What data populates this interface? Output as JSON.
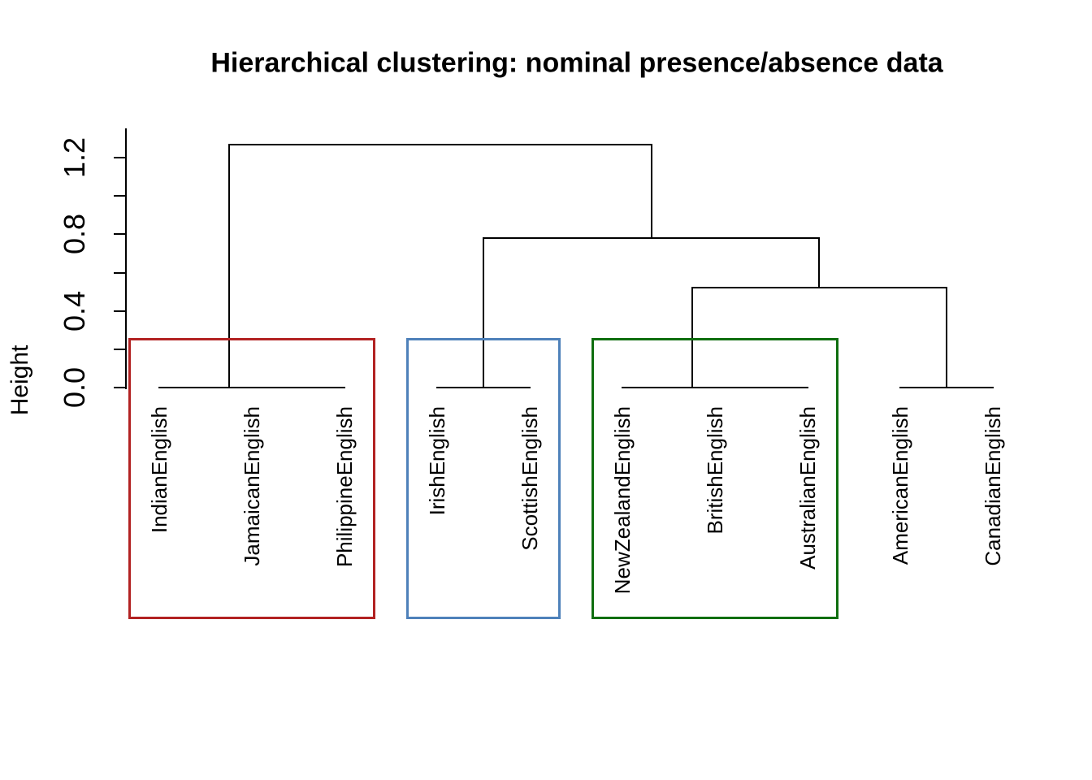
{
  "chart_data": {
    "type": "dendrogram",
    "title": "Hierarchical clustering: nominal presence/absence data",
    "ylabel": "Height",
    "ylim": [
      0,
      1.35
    ],
    "grid": false,
    "line_color": "#000000",
    "y_axis_ticks": [
      0,
      0.2,
      0.4,
      0.6,
      0.8,
      1.0,
      1.2
    ],
    "y_axis_tick_labels": [
      "0.0",
      "0.4",
      "0.8",
      "1.2"
    ],
    "leaves": [
      "IndianEnglish",
      "JamaicanEnglish",
      "PhilippineEnglish",
      "IrishEnglish",
      "ScottishEnglish",
      "NewZealandEnglish",
      "BritishEnglish",
      "AustralianEnglish",
      "AmericanEnglish",
      "CanadianEnglish"
    ],
    "tree": {
      "height": 1.27,
      "children": [
        {
          "height": 0,
          "children": [
            {
              "leaf": 0
            },
            {
              "height": 0,
              "children": [
                {
                  "leaf": 1
                },
                {
                  "leaf": 2
                }
              ]
            }
          ]
        },
        {
          "height": 0.78,
          "children": [
            {
              "height": 0,
              "children": [
                {
                  "leaf": 3
                },
                {
                  "leaf": 4
                }
              ]
            },
            {
              "height": 0.52,
              "children": [
                {
                  "height": 0,
                  "children": [
                    {
                      "leaf": 5
                    },
                    {
                      "height": 0,
                      "children": [
                        {
                          "leaf": 6
                        },
                        {
                          "leaf": 7
                        }
                      ]
                    }
                  ]
                },
                {
                  "height": 0,
                  "children": [
                    {
                      "leaf": 8
                    },
                    {
                      "leaf": 9
                    }
                  ]
                }
              ]
            }
          ]
        }
      ]
    },
    "merge_heights": {
      "root_merge": 1.27,
      "irish_scottish_with_right_group": 0.78,
      "oceania_group_with_north_america": 0.52,
      "within_cluster_merges": 0.0
    },
    "cluster_boxes": [
      {
        "name": "cluster-box-1",
        "color": "#B22222",
        "leaf_from": 0,
        "leaf_to": 2
      },
      {
        "name": "cluster-box-2",
        "color": "#4E81BA",
        "leaf_from": 3,
        "leaf_to": 4
      },
      {
        "name": "cluster-box-3",
        "color": "#0E6E0E",
        "leaf_from": 5,
        "leaf_to": 7
      }
    ]
  }
}
